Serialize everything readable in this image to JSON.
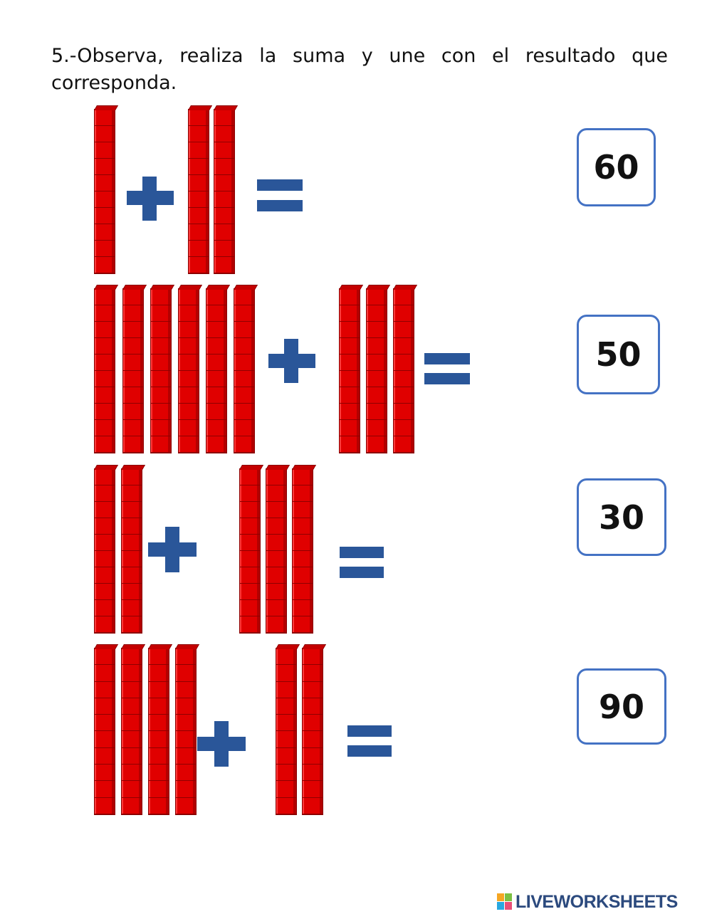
{
  "instruction": "5.-Observa, realiza la suma y une con el resultado que corresponda.",
  "colors": {
    "rod": "#e00000",
    "symbol": "#2a5699",
    "box_border": "#4472c4"
  },
  "exercises": [
    {
      "left_tens": 1,
      "right_tens": 2
    },
    {
      "left_tens": 6,
      "right_tens": 3
    },
    {
      "left_tens": 2,
      "right_tens": 3
    },
    {
      "left_tens": 4,
      "right_tens": 2
    }
  ],
  "answers": [
    "60",
    "50",
    "30",
    "90"
  ],
  "footer": {
    "logo_text": "LIVEWORKSHEETS",
    "logo_icon": "liveworksheets-logo-icon"
  }
}
